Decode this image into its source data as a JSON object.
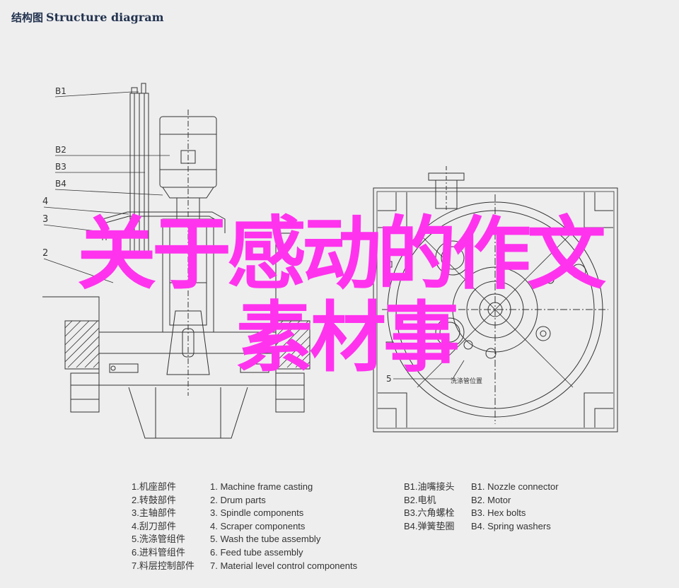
{
  "header": {
    "title_cn": "结构图",
    "title_en": "Structure diagram"
  },
  "overlay": {
    "line1": "关于感动的作文",
    "line2": "素材事"
  },
  "callouts": {
    "b1": "B1",
    "b2": "B2",
    "b3": "B3",
    "b4": "B4",
    "n4": "4",
    "n3": "3",
    "n2": "2",
    "n5": "5",
    "small_label": "洗涤管位置"
  },
  "legend": {
    "parts_cn": [
      "1.机座部件",
      "2.转鼓部件",
      "3.主轴部件",
      "4.刮刀部件",
      "5.洗涤管组件",
      "6.进料管组件",
      "7.料层控制部件"
    ],
    "parts_en": [
      "1. Machine frame casting",
      "2. Drum parts",
      "3. Spindle components",
      "4. Scraper components",
      "5. Wash the tube assembly",
      "6. Feed tube assembly",
      "7. Material level control components"
    ],
    "b_cn": [
      "B1.油嘴接头",
      "B2.电机",
      "B3.六角螺栓",
      "B4.弹簧垫圈"
    ],
    "b_en": [
      "B1. Nozzle connector",
      "B2. Motor",
      "B3. Hex bolts",
      "B4. Spring washers"
    ]
  },
  "colors": {
    "background": "#eeeeef",
    "header": "#23334f",
    "overlay": "#ff33ee",
    "line": "#333333"
  }
}
